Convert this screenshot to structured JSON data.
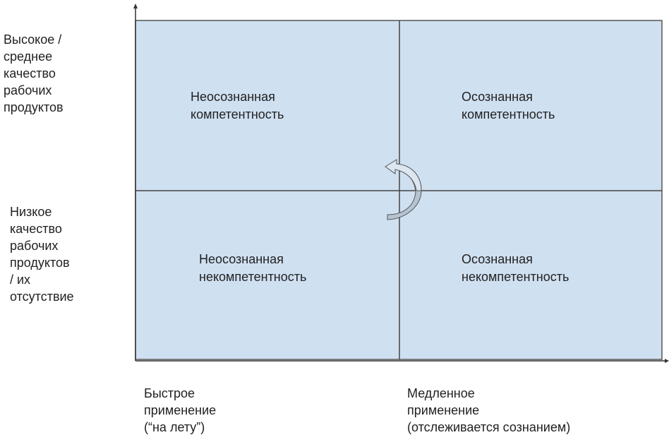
{
  "y_labels": {
    "high": "Высокое /\nсреднее\nкачество\nрабочих\nпродуктов",
    "low": "Низкое\nкачество\nрабочих\nпродуктов\n/ их\nотсутствие"
  },
  "x_labels": {
    "fast": "Быстрое\nприменение\n(“на лету”)",
    "slow": "Медленное\nприменение\n(отслеживается сознанием)"
  },
  "quadrants": {
    "top_left": "Неосознанная\nкомпетентность",
    "top_right": "Осознанная\nкомпетентность",
    "bottom_left": "Неосознанная\nнекомпетентность",
    "bottom_right": "Осознанная\nнекомпетентность"
  },
  "colors": {
    "fill": "#cfe0f1",
    "line": "#444444",
    "arrow": "#b4c3d2"
  }
}
